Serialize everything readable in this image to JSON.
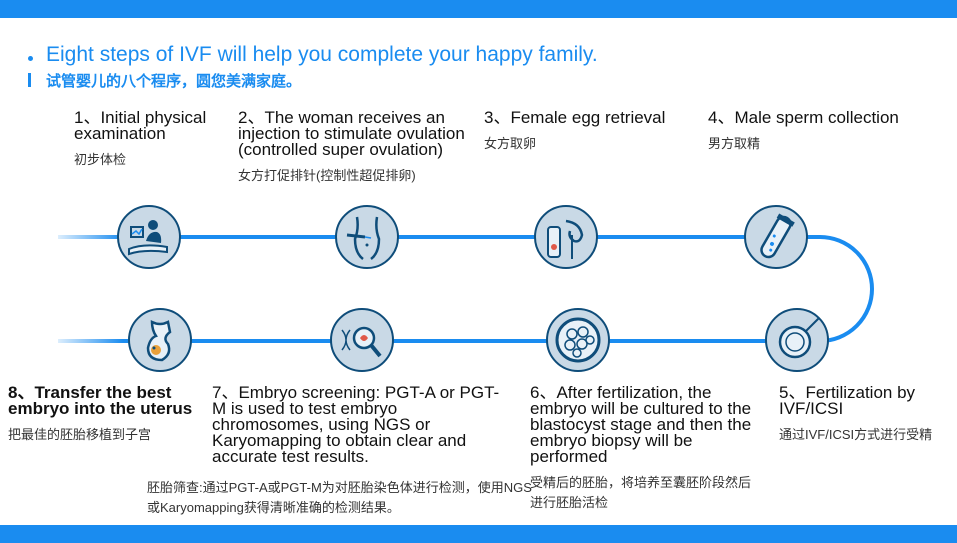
{
  "title": {
    "en": "Eight steps of IVF will help you complete your happy family.",
    "cn": "试管婴儿的八个程序，圆您美满家庭。"
  },
  "steps": [
    {
      "en": "1、Initial physical examination",
      "cn": "初步体检",
      "icon": "doctor-patient-icon"
    },
    {
      "en": "2、The woman receives an injection to stimulate ovulation (controlled super ovulation)",
      "cn": "女方打促排针(控制性超促排卵)",
      "icon": "abdomen-injection-icon"
    },
    {
      "en": "3、Female egg retrieval",
      "cn": "女方取卵",
      "icon": "egg-retrieval-icon"
    },
    {
      "en": "4、Male sperm collection",
      "cn": "男方取精",
      "icon": "test-tube-icon"
    },
    {
      "en": "5、Fertilization by IVF/ICSI",
      "cn": "通过IVF/ICSI方式进行受精",
      "icon": "petri-dish-icon"
    },
    {
      "en": "6、After fertilization, the embryo will be cultured to the blastocyst stage and then the embryo biopsy will be performed",
      "cn": "受精后的胚胎，将培养至囊胚阶段然后进行胚胎活检",
      "icon": "blastocyst-icon"
    },
    {
      "en": "7、Embryo screening: PGT-A or PGT-M is used to test embryo chromosomes, using NGS or Karyomapping to obtain clear and accurate test results.",
      "cn": "胚胎筛查:通过PGT-A或PGT-M为对胚胎染色体进行检测，使用NGS或Karyomapping获得清晰准确的检测结果。",
      "icon": "dna-magnifier-icon"
    },
    {
      "en": "8、Transfer the best embryo into the uterus",
      "cn": "把最佳的胚胎移植到子宫",
      "icon": "uterus-transfer-icon"
    }
  ]
}
